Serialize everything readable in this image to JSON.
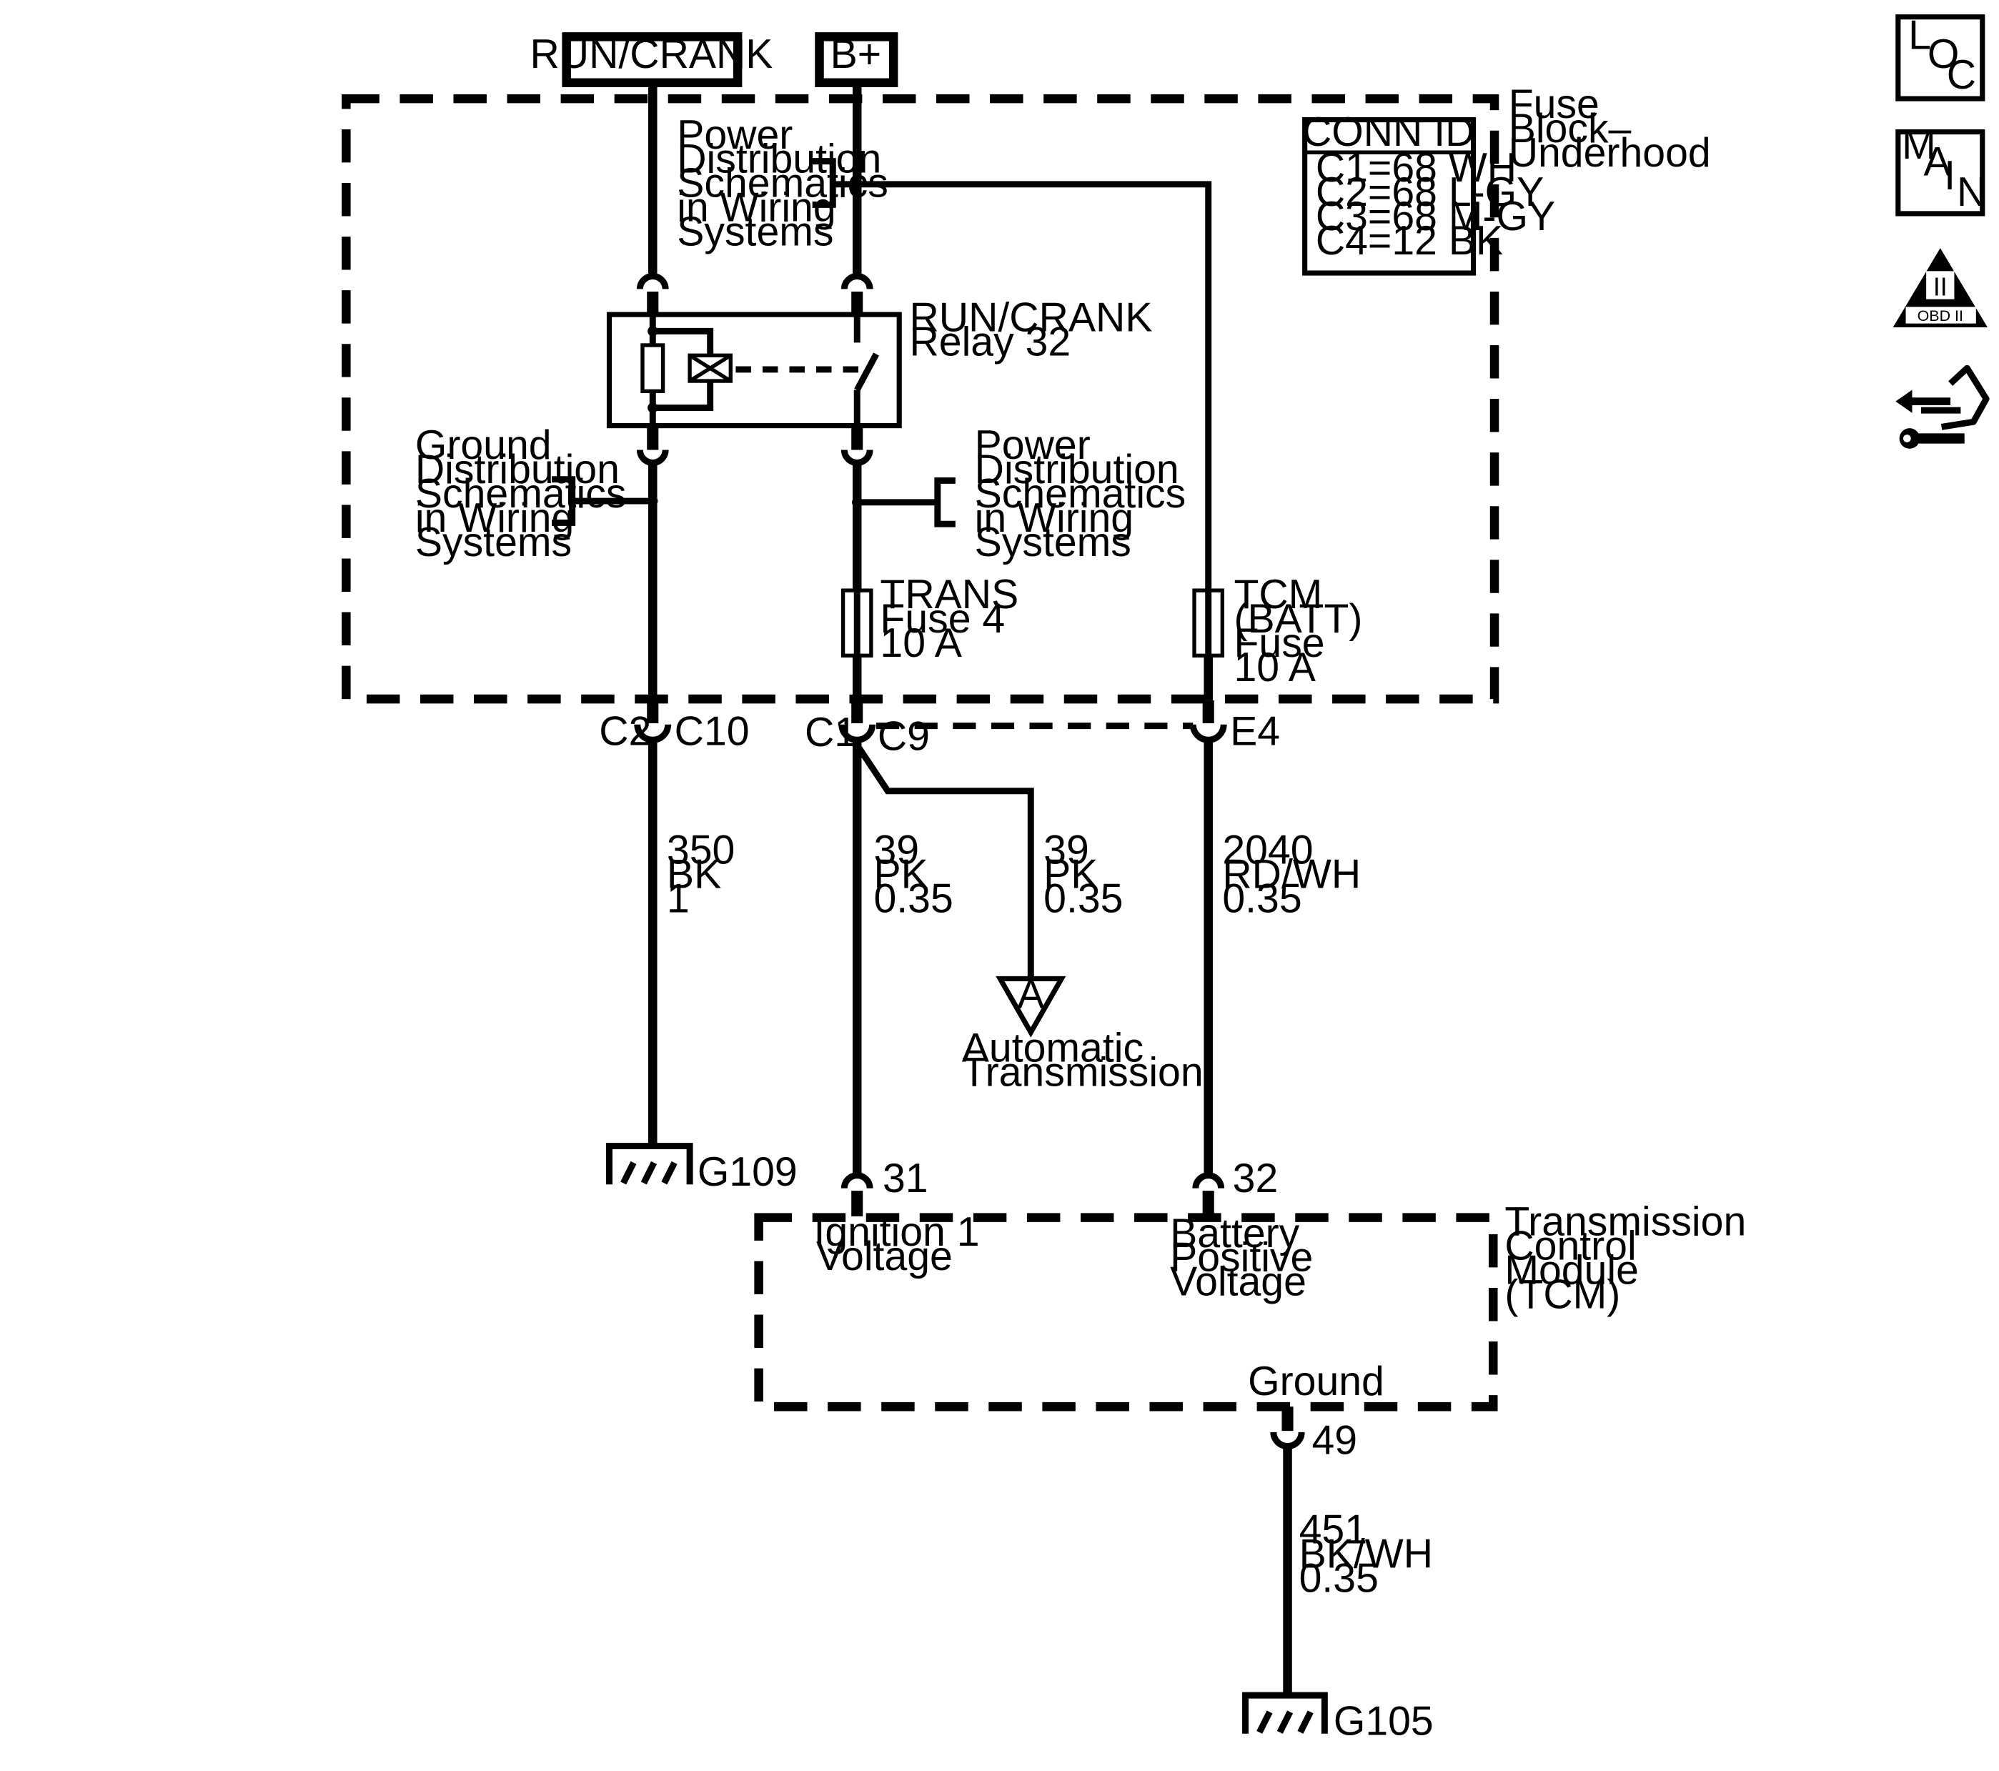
{
  "power_sources": {
    "run_crank": "RUN/CRANK",
    "b_plus": "B+"
  },
  "fuse_block": {
    "name_lines": [
      "Fuse",
      "Block–",
      "Underhood"
    ]
  },
  "conn_id": {
    "title": "CONN ID",
    "rows": [
      "C1=68 WH",
      "C2=68 L-GY",
      "C3=68 M-GY",
      "C4=12 BK"
    ]
  },
  "power_dist_top": {
    "lines": [
      "Power",
      "Distribution",
      "Schematics",
      "in Wiring",
      "Systems"
    ]
  },
  "relay": {
    "lines": [
      "RUN/CRANK",
      "Relay 32"
    ]
  },
  "ground_dist": {
    "lines": [
      "Ground",
      "Distribution",
      "Schematics",
      "in Wiring",
      "Systems"
    ]
  },
  "power_dist_mid": {
    "lines": [
      "Power",
      "Distribution",
      "Schematics",
      "in Wiring",
      "Systems"
    ]
  },
  "trans_fuse": {
    "lines": [
      "TRANS",
      "Fuse 4",
      "10 A"
    ]
  },
  "tcm_fuse": {
    "lines": [
      "TCM",
      "(BATT)",
      "Fuse",
      "10 A"
    ]
  },
  "connectors": {
    "c2": "C2",
    "c10": "C10",
    "c1": "C1",
    "c9": "C9",
    "e4": "E4"
  },
  "wires": {
    "ground": [
      "350",
      "BK",
      "1"
    ],
    "ign_main": [
      "39",
      "PK",
      "0.35"
    ],
    "ign_branch": [
      "39",
      "PK",
      "0.35"
    ],
    "batt": [
      "2040",
      "RD/WH",
      "0.35"
    ],
    "tcm_ground": [
      "451",
      "BK/WH",
      "0.35"
    ]
  },
  "auto_trans": {
    "marker": "A",
    "lines": [
      "Automatic",
      "Transmission"
    ]
  },
  "grounds": {
    "g109": "G109",
    "g105": "G105"
  },
  "pins": {
    "p31": "31",
    "p32": "32",
    "p49": "49"
  },
  "tcm": {
    "name_lines": [
      "Transmission",
      "Control",
      "Module",
      "(TCM)"
    ],
    "ign_lines": [
      "Ignition 1",
      "Voltage"
    ],
    "batt_lines": [
      "Battery",
      "Positive",
      "Voltage"
    ],
    "ground_label": "Ground"
  },
  "nav_icons": {
    "loc": [
      "L",
      "O",
      "C"
    ],
    "main": [
      "M",
      "A",
      "I",
      "N"
    ],
    "obd": {
      "numeral": "II",
      "label": "OBD II"
    },
    "service": "service-icon"
  }
}
